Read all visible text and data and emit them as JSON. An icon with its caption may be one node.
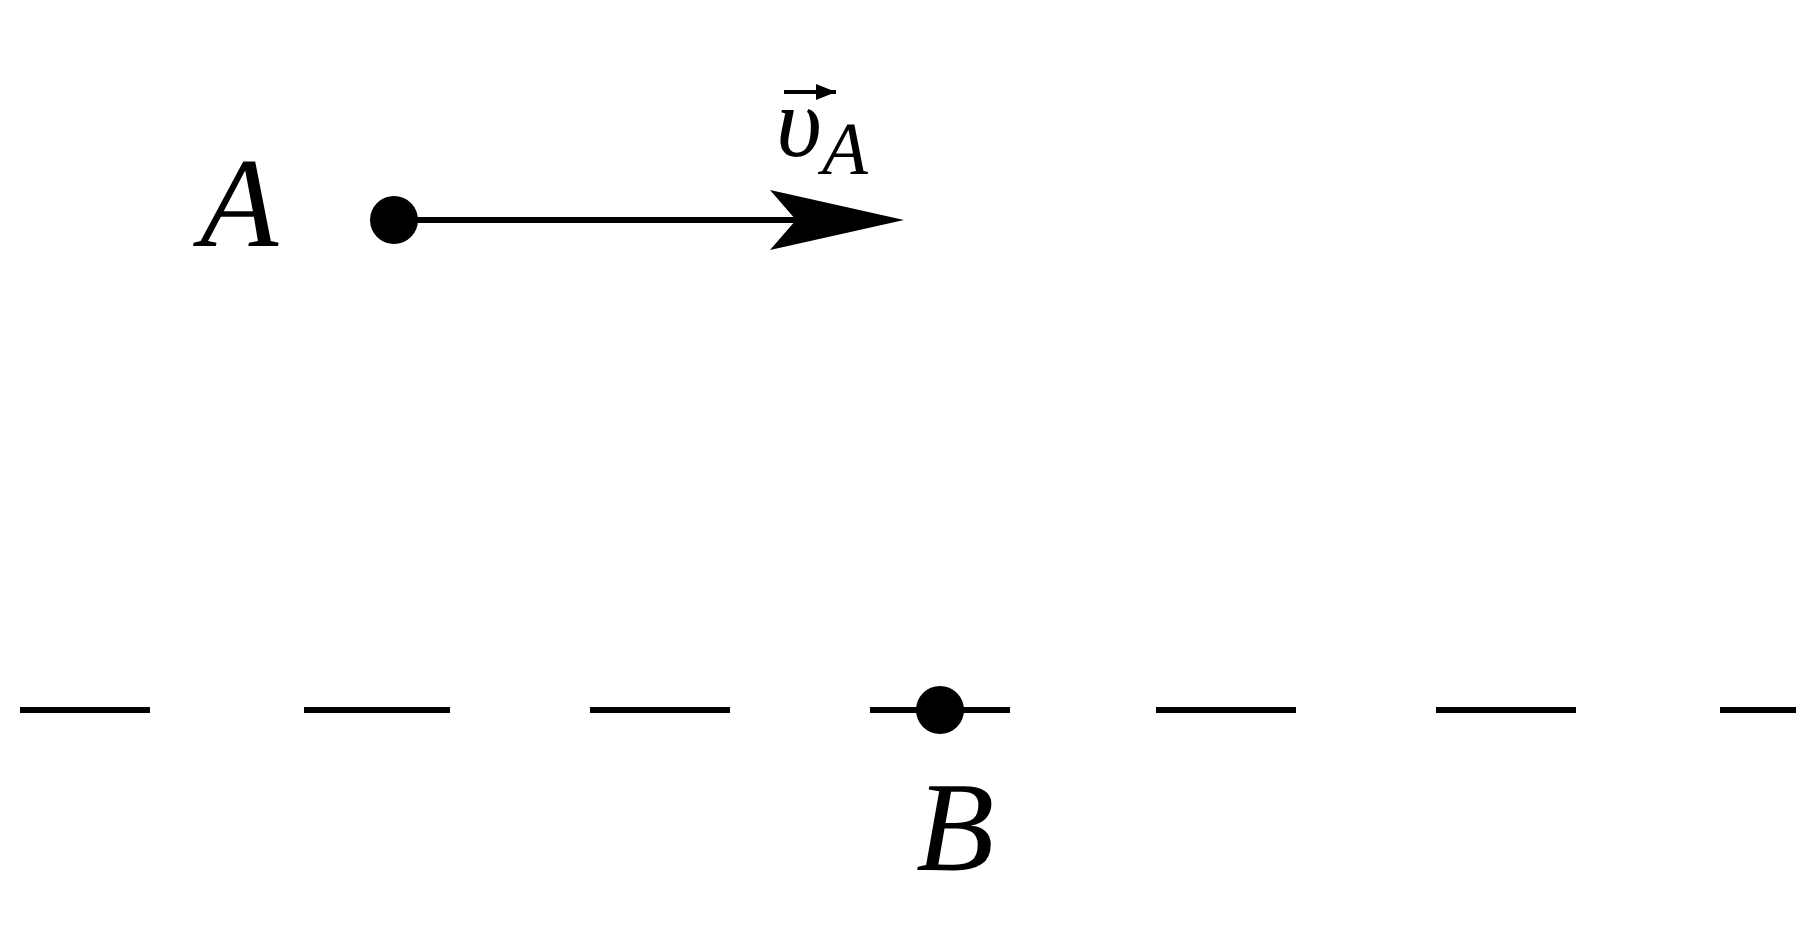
{
  "diagram": {
    "labels": [
      "A",
      "υ$_{A}$",
      "B"
    ]
  }
}
